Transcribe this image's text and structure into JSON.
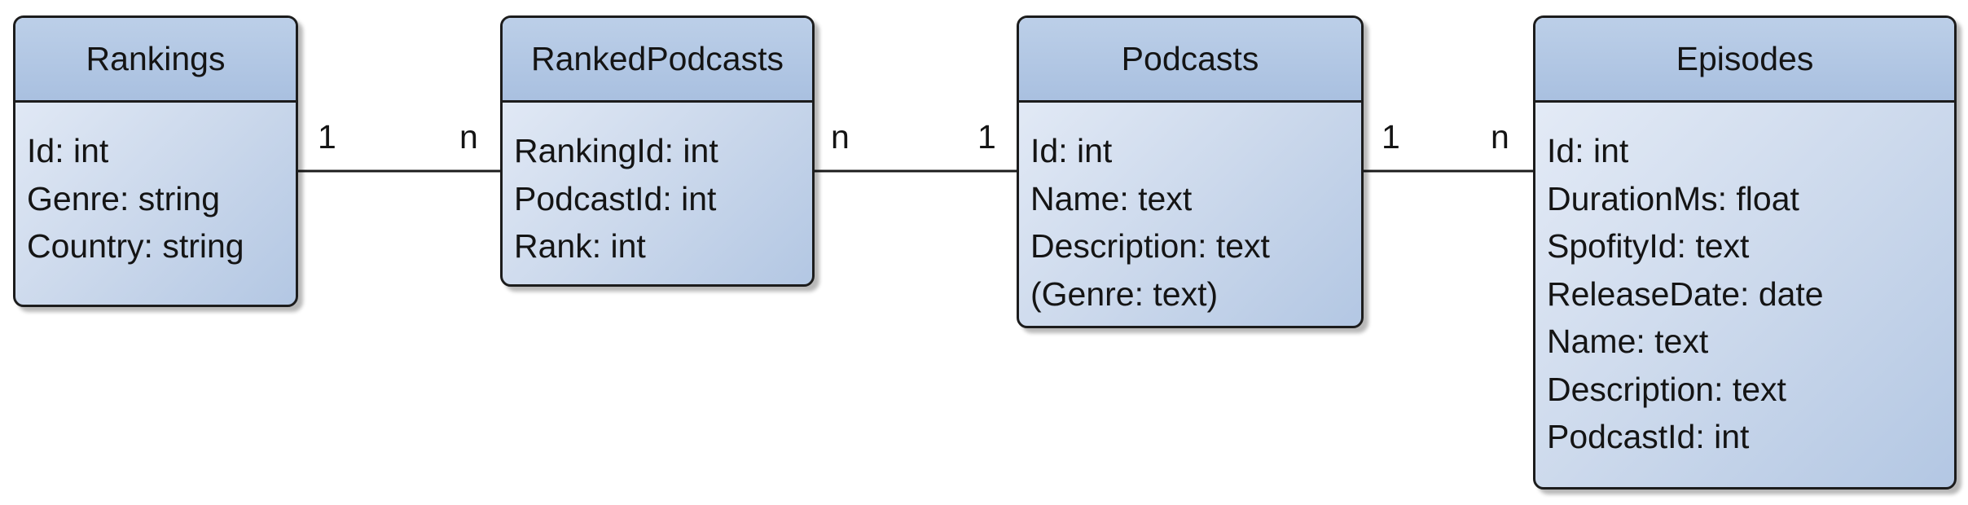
{
  "entities": [
    {
      "title": "Rankings",
      "attributes": [
        "Id: int",
        "Genre: string",
        "Country: string"
      ]
    },
    {
      "title": "RankedPodcasts",
      "attributes": [
        "RankingId: int",
        "PodcastId: int",
        "Rank: int"
      ]
    },
    {
      "title": "Podcasts",
      "attributes": [
        "Id: int",
        "Name: text",
        "Description: text",
        "(Genre: text)"
      ]
    },
    {
      "title": "Episodes",
      "attributes": [
        "Id: int",
        "DurationMs: float",
        "SpofityId: text",
        "ReleaseDate: date",
        "Name: text",
        "Description: text",
        "PodcastId: int"
      ]
    }
  ],
  "relationships": [
    {
      "from": "Rankings",
      "to": "RankedPodcasts",
      "from_card": "1",
      "to_card": "n"
    },
    {
      "from": "RankedPodcasts",
      "to": "Podcasts",
      "from_card": "n",
      "to_card": "1"
    },
    {
      "from": "Podcasts",
      "to": "Episodes",
      "from_card": "1",
      "to_card": "n"
    }
  ]
}
